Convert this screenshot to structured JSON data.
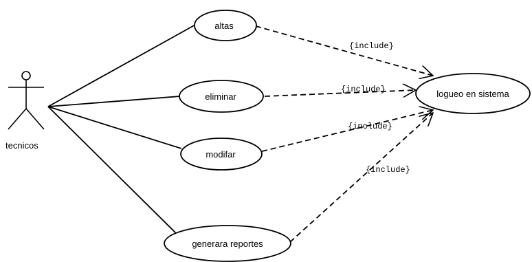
{
  "actor": {
    "name": "tecnicos"
  },
  "use_cases": {
    "altas": "altas",
    "eliminar": "eliminar",
    "modificar": "modifar",
    "reportes": "generara reportes",
    "login": "logueo en sistema"
  },
  "relations": {
    "include_altas": "{include}",
    "include_eliminar": "{include}",
    "include_modificar": "{include}",
    "include_reportes": "{include}"
  },
  "colors": {
    "line": "#000000",
    "background": "#ffffff"
  }
}
